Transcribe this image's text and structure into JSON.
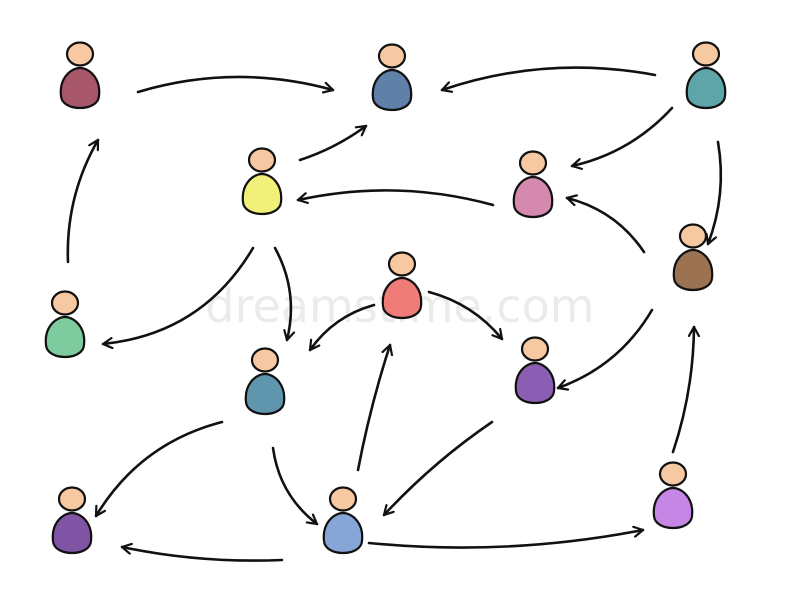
{
  "diagram": {
    "watermark": "dreamstime.com"
  },
  "nodes": [
    {
      "id": "p1",
      "color": "#a8566a"
    },
    {
      "id": "p2",
      "color": "#5f80a8"
    },
    {
      "id": "p3",
      "color": "#5ea5aa"
    },
    {
      "id": "p4",
      "color": "#f1f17a"
    },
    {
      "id": "p5",
      "color": "#d689ae"
    },
    {
      "id": "p6",
      "color": "#9c7352"
    },
    {
      "id": "p7",
      "color": "#7dcb9e"
    },
    {
      "id": "p8",
      "color": "#ef7c76"
    },
    {
      "id": "p9",
      "color": "#5f95ad"
    },
    {
      "id": "p10",
      "color": "#8a5fb3"
    },
    {
      "id": "p11",
      "color": "#8054a5"
    },
    {
      "id": "p12",
      "color": "#86a6d8"
    },
    {
      "id": "p13",
      "color": "#c586e6"
    }
  ],
  "edges": [
    {
      "from": "p1",
      "to": "p2"
    },
    {
      "from": "p3",
      "to": "p2"
    },
    {
      "from": "p3",
      "to": "p5"
    },
    {
      "from": "p3",
      "to": "p6"
    },
    {
      "from": "p4",
      "to": "p2"
    },
    {
      "from": "p5",
      "to": "p4"
    },
    {
      "from": "p6",
      "to": "p5"
    },
    {
      "from": "p6",
      "to": "p10"
    },
    {
      "from": "p7",
      "to": "p1"
    },
    {
      "from": "p4",
      "to": "p7"
    },
    {
      "from": "p4",
      "to": "p9"
    },
    {
      "from": "p8",
      "to": "p9"
    },
    {
      "from": "p8",
      "to": "p10"
    },
    {
      "from": "p9",
      "to": "p11"
    },
    {
      "from": "p9",
      "to": "p12"
    },
    {
      "from": "p12",
      "to": "p8"
    },
    {
      "from": "p10",
      "to": "p12"
    },
    {
      "from": "p12",
      "to": "p11"
    },
    {
      "from": "p12",
      "to": "p13"
    },
    {
      "from": "p13",
      "to": "p6"
    }
  ]
}
